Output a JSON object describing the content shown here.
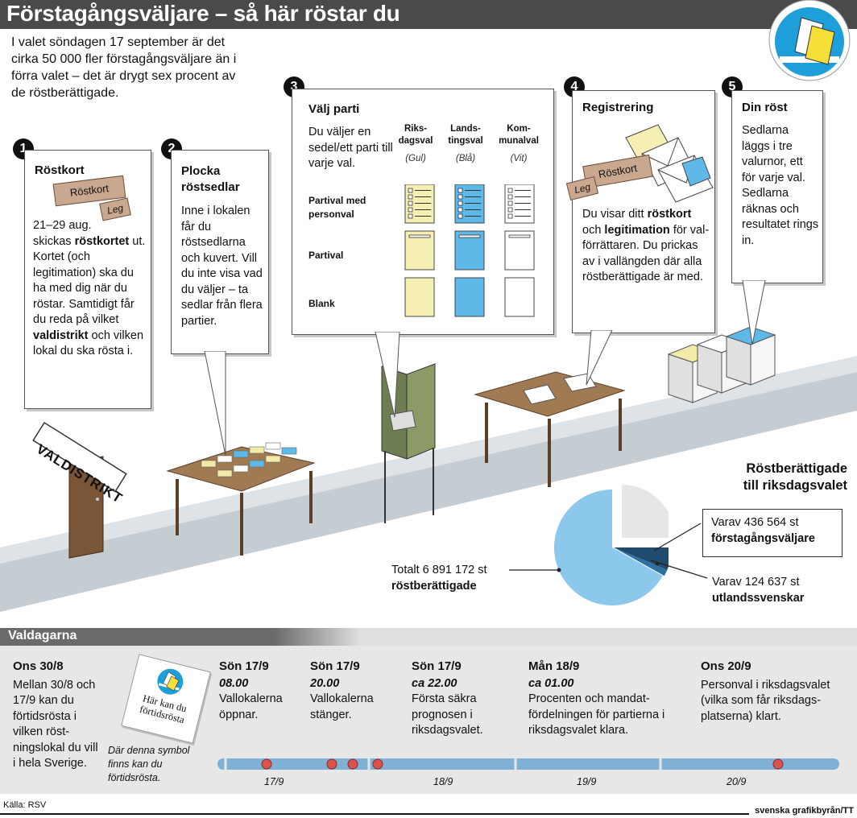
{
  "title": "Förstagångsväljare – så här röstar du",
  "intro": "I valet söndagen 17 september är det cirka 50 000 fler förstagångs­väljare än i förra valet – det är drygt sex procent av de röstberättigade.",
  "steps": [
    {
      "number": "1",
      "heading": "Röstkort",
      "card_label": "Röstkort",
      "leg_label": "Leg",
      "text": [
        "21–29 aug.",
        "skickas ",
        "röstkortet",
        " ut. Kortet (och legitimation) ska du ha med dig när du röstar. Samtidigt får du reda på vilket ",
        "valdistrikt",
        " och vilken lokal du ska rösta i."
      ]
    },
    {
      "number": "2",
      "heading": "Plocka röstsedlar",
      "text": "Inne i lokalen får du röstsedlarna och kuvert. Vill du inte visa vad du väljer – ta sedlar från flera partier."
    },
    {
      "number": "3",
      "heading": "Välj parti",
      "text": "Du väljer en sedel/ett parti till varje val.",
      "columns": [
        {
          "name": "Riks-\ndagsval",
          "color_name": "(Gul)",
          "color": "#f6efb4"
        },
        {
          "name": "Lands-\ntingsval",
          "color_name": "(Blå)",
          "color": "#5eb8e8"
        },
        {
          "name": "Kom-\nmunalval",
          "color_name": "(Vit)",
          "color": "#ffffff"
        }
      ],
      "rows": [
        "Partival med personval",
        "Partival",
        "Blank"
      ]
    },
    {
      "number": "4",
      "heading": "Registrering",
      "card_label": "Röstkort",
      "leg_label": "Leg",
      "text": [
        "Du visar ditt ",
        "röstkort",
        " och ",
        "legitimation",
        " för val­förrättaren. Du prickas av i val­längden där alla röst­berättigade är med."
      ]
    },
    {
      "number": "5",
      "heading": "Din röst",
      "text": "Sedlarna läggs i tre valurnor, ett för varje val. Sedlarna räknas och resultatet rings in."
    }
  ],
  "sign_text": "VALDISTRIKT",
  "stats": {
    "title_line1": "Röstberättigade",
    "title_line2": "till riksdagsvalet",
    "total_line1": "Totalt 6 891 172 st",
    "total_line2": "röstberättigade",
    "first_line1": "Varav 436 564 st",
    "first_line2": "förstagångsväljare",
    "abroad_line1": "Varav 124 637 st",
    "abroad_line2": "utlandssvenskar"
  },
  "chart_data": {
    "type": "pie",
    "categories": [
      "röstberättigade",
      "förstagångsväljare",
      "utlandssvenskar"
    ],
    "values": [
      6891172,
      436564,
      124637
    ],
    "colors": [
      "#8cc8ec",
      "#1f4b6e",
      "#2e6fa0",
      "#e6e6e6"
    ]
  },
  "timeline": {
    "title": "Valdagarna",
    "entries": [
      {
        "date": "Ons 30/8",
        "time": "",
        "text": "Mellan 30/8 och 17/9 kan du förtidsrösta i vilken röst­ningslokal du vill i hela Sverige."
      },
      {
        "date": "Sön 17/9",
        "time": "08.00",
        "text": "Vallokalerna öppnar."
      },
      {
        "date": "Sön 17/9",
        "time": "20.00",
        "text": "Vallokalerna stänger."
      },
      {
        "date": "Sön 17/9",
        "time": "ca 22.00",
        "text": "Första säkra prognosen i riksdagsvalet."
      },
      {
        "date": "Mån 18/9",
        "time": "ca 01.00",
        "text": "Procenten och mandat­fördelningen för partierna i riksdagsvalet klara."
      },
      {
        "date": "Ons 20/9",
        "time": "",
        "text": "Personval i riksdagsvalet (vilka som får riksdags­platserna) klart."
      }
    ],
    "symbol_text": "Här kan du förtidsrösta",
    "symbol_caption": "Där denna symbol finns kan du förtidsrösta.",
    "axis_labels": [
      "17/9",
      "18/9",
      "19/9",
      "20/9"
    ]
  },
  "source": "Källa: RSV",
  "credit": "svenska grafikbyrån/TT"
}
